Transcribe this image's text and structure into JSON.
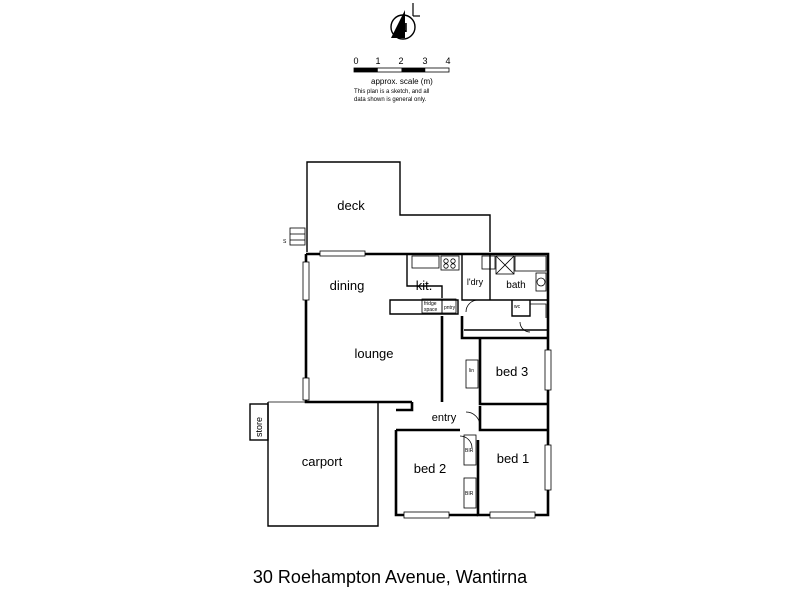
{
  "compass": {
    "letter": "N",
    "icon": "north-arrow-icon"
  },
  "scale": {
    "ticks": [
      "0",
      "1",
      "2",
      "3",
      "4"
    ],
    "caption": "approx. scale (m)",
    "note_line1": "This plan is a sketch, and all",
    "note_line2": "data shown is general only."
  },
  "rooms": {
    "deck": "deck",
    "dining": "dining",
    "kitchen": "kit.",
    "laundry": "l'dry",
    "bath": "bath",
    "lounge": "lounge",
    "bed3": "bed 3",
    "entry": "entry",
    "bed1": "bed 1",
    "bed2": "bed 2",
    "carport": "carport",
    "store": "store"
  },
  "fixtures": {
    "fridge_line1": "fridge",
    "fridge_line2": "space",
    "pantry": "pntry",
    "wc": "wc",
    "linen": "lin",
    "robe": "BIR",
    "step": "S"
  },
  "address": "30 Roehampton Avenue, Wantirna"
}
